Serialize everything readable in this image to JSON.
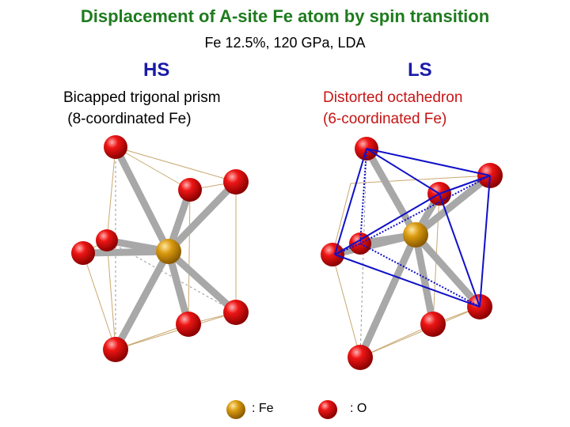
{
  "title": "Displacement of A-site Fe atom by spin transition",
  "subtitle": "Fe 12.5%, 120 GPa, LDA",
  "panels": {
    "hs": {
      "label": "HS",
      "description": "Bicapped trigonal prism\n (8-coordinated Fe)"
    },
    "ls": {
      "label": "LS",
      "description": "Distorted octahedron\n(6-coordinated Fe)"
    }
  },
  "legend": {
    "fe_label": ": Fe",
    "o_label": ": O"
  },
  "colors": {
    "title": "#1e7b1e",
    "hs_ls_label": "#1a1aa8",
    "ls_description": "#c81414",
    "fe_atom": "#c8900a",
    "o_atom": "#d40000",
    "bond": "#a8a8a8",
    "cell_edge": "#c9a870",
    "octahedron_edge": "#1010c8"
  }
}
